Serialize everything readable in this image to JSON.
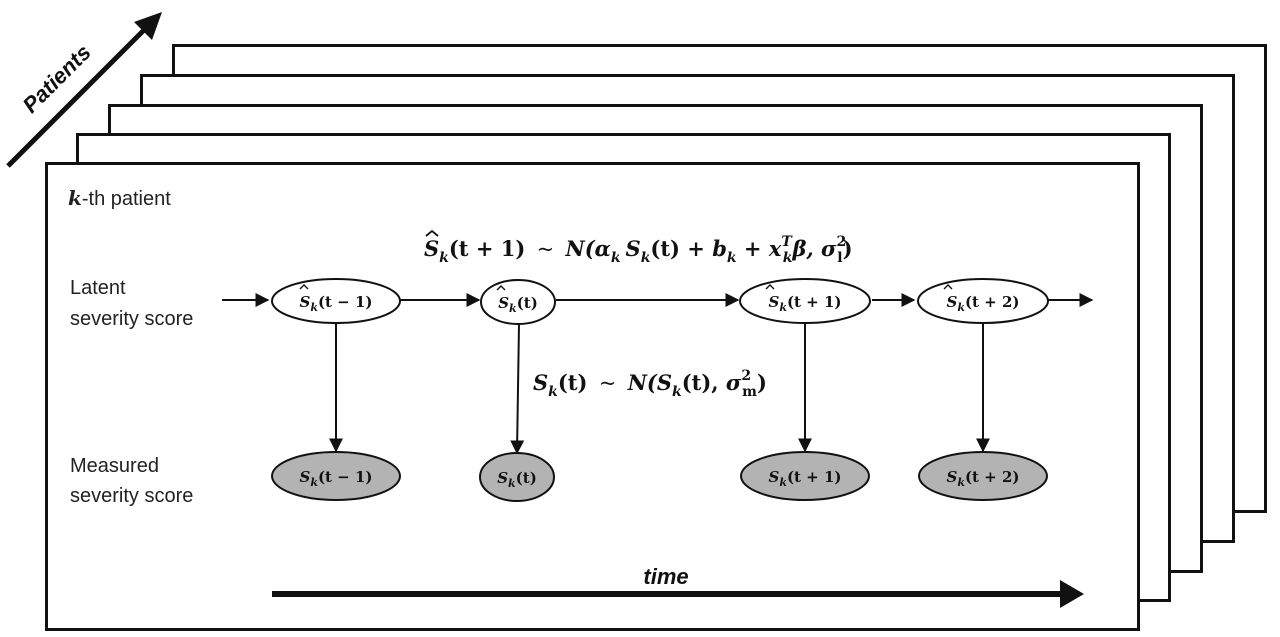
{
  "patient_label": {
    "index": "k",
    "suffix": "-th patient"
  },
  "patients_axis_label": "Patients",
  "time_axis_label": "time",
  "row_labels": {
    "latent_line1": "Latent",
    "latent_line2": "severity score",
    "measured_line1": "Measured",
    "measured_line2": "severity score"
  },
  "transition_equation": {
    "lhs_base": "S",
    "lhs_sub": "k",
    "lhs_arg": "(t + 1)",
    "tilde": "~",
    "dist": "N(",
    "alpha": "α",
    "alpha_sub": "k",
    "s_base": "S",
    "s_sub": "k",
    "s_arg": "(t) + ",
    "b": "b",
    "b_sub": "k",
    "plus": " +  ",
    "x": "x",
    "x_sub": "k",
    "x_sup": "T",
    "beta": "β, ",
    "sigma": "σ",
    "sigma_sub": "l",
    "sigma_sup": "2",
    "close": ")"
  },
  "emission_equation": {
    "lhs_base": "S",
    "lhs_sub": "k",
    "lhs_arg": "(t)",
    "tilde": "~",
    "dist": "N(",
    "s_base": "S",
    "s_sub": "k",
    "s_arg": "(t), ",
    "sigma": "σ",
    "sigma_sub": "m",
    "sigma_sup": "2",
    "close": ")"
  },
  "latent_nodes": [
    {
      "base": "S",
      "sub": "k",
      "arg": "(t − 1)"
    },
    {
      "base": "S",
      "sub": "k",
      "arg": "(t)"
    },
    {
      "base": "S",
      "sub": "k",
      "arg": "(t + 1)"
    },
    {
      "base": "S",
      "sub": "k",
      "arg": "(t + 2)"
    }
  ],
  "measured_nodes": [
    {
      "base": "S",
      "sub": "k",
      "arg": "(t − 1)"
    },
    {
      "base": "S",
      "sub": "k",
      "arg": "(t)"
    },
    {
      "base": "S",
      "sub": "k",
      "arg": "(t + 1)"
    },
    {
      "base": "S",
      "sub": "k",
      "arg": "(t + 2)"
    }
  ],
  "colors": {
    "stroke": "#111111",
    "latent_fill": "#ffffff",
    "measured_fill": "#b3b3b3",
    "text": "#222222"
  }
}
